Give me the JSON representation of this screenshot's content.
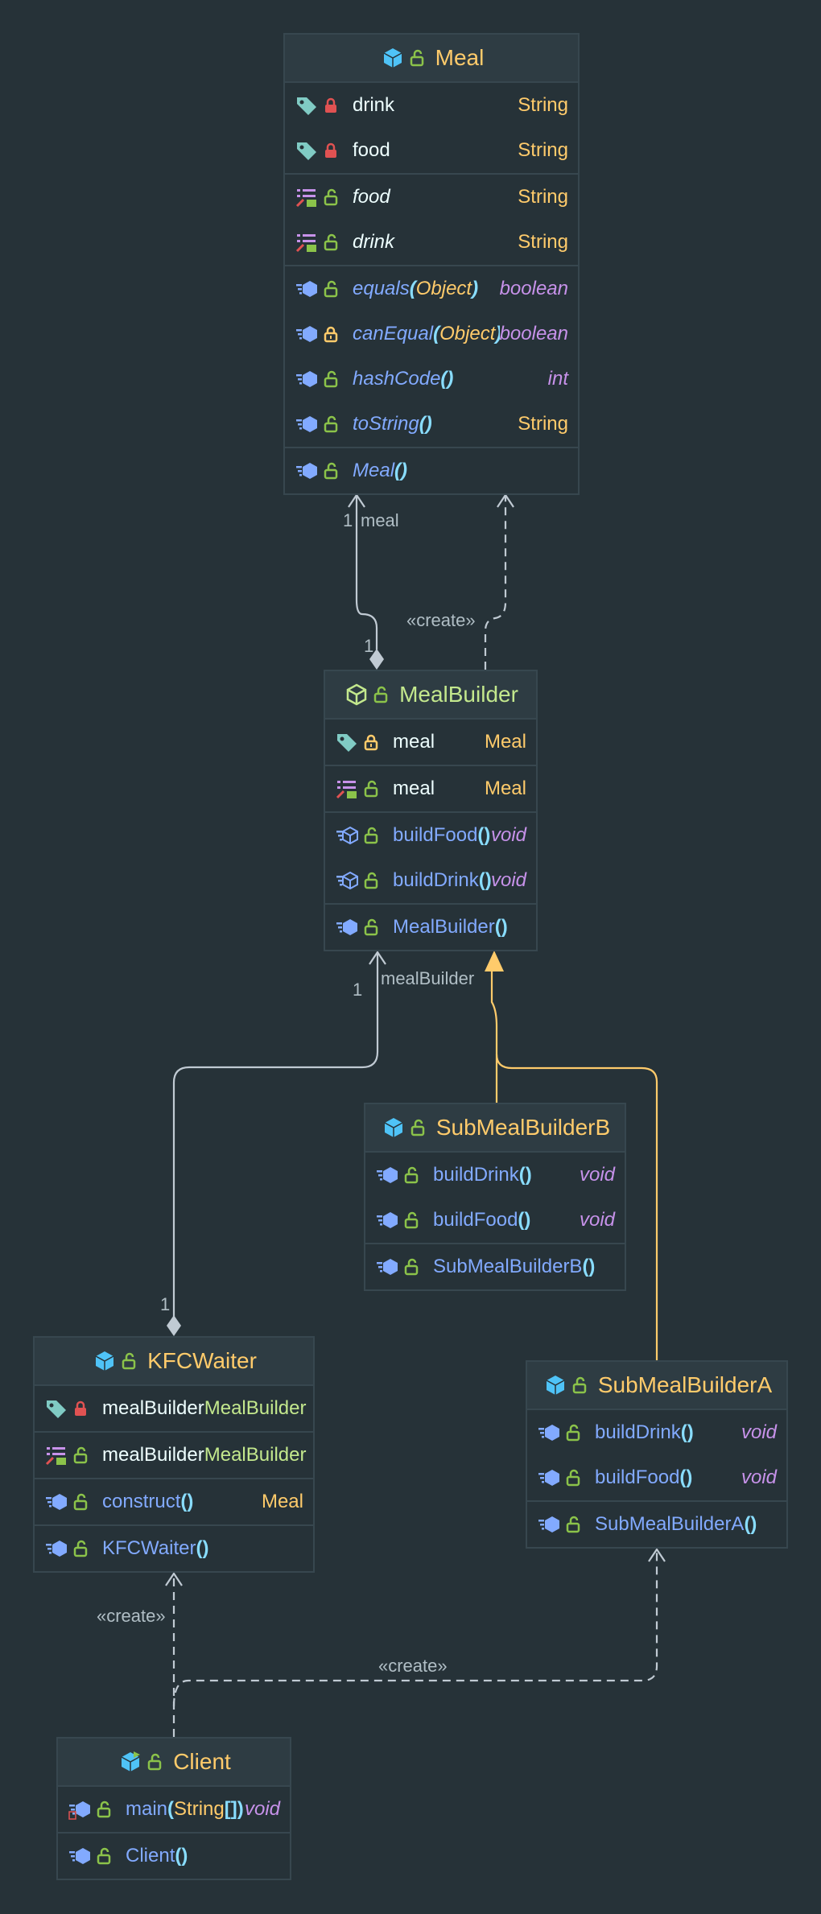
{
  "colors": {
    "background": "#263238",
    "border": "#37474f",
    "class_name": "#ffcb6b",
    "abstract_name": "#c3e88d",
    "method": "#82aaff",
    "type": "#ffcb6b",
    "keyword_type": "#c792ea",
    "association_line": "#c0cad3",
    "inheritance_line": "#ffcb6b",
    "lock_private": "#e05252",
    "lock_public": "#8bc34a",
    "lock_protected": "#ffcb6b"
  },
  "classes": {
    "meal": {
      "name": "Meal",
      "fields": [
        {
          "name": "drink",
          "type": "String"
        },
        {
          "name": "food",
          "type": "String"
        }
      ],
      "properties": [
        {
          "name": "food",
          "type": "String"
        },
        {
          "name": "drink",
          "type": "String"
        }
      ],
      "methods": [
        {
          "name": "equals",
          "open": "(",
          "arg": "Object",
          "close": ")",
          "type": "boolean"
        },
        {
          "name": "canEqual",
          "open": "(",
          "arg": "Object",
          "close": ")",
          "type": "boolean"
        },
        {
          "name": "hashCode",
          "open": "()",
          "arg": "",
          "close": "",
          "type": "int"
        },
        {
          "name": "toString",
          "open": "()",
          "arg": "",
          "close": "",
          "type": "String"
        }
      ],
      "constructor": {
        "name": "Meal",
        "parens": "()"
      }
    },
    "meal_builder": {
      "name": "MealBuilder",
      "fields": [
        {
          "name": "meal",
          "type": "Meal"
        }
      ],
      "properties": [
        {
          "name": "meal",
          "type": "Meal"
        }
      ],
      "methods": [
        {
          "name": "buildFood",
          "parens": "()",
          "type": "void"
        },
        {
          "name": "buildDrink",
          "parens": "()",
          "type": "void"
        }
      ],
      "constructor": {
        "name": "MealBuilder",
        "parens": "()"
      }
    },
    "sub_meal_builder_b": {
      "name": "SubMealBuilderB",
      "methods": [
        {
          "name": "buildDrink",
          "parens": "()",
          "type": "void"
        },
        {
          "name": "buildFood",
          "parens": "()",
          "type": "void"
        }
      ],
      "constructor": {
        "name": "SubMealBuilderB",
        "parens": "()"
      }
    },
    "kfc_waiter": {
      "name": "KFCWaiter",
      "fields": [
        {
          "name": "mealBuilder",
          "type": "MealBuilder"
        }
      ],
      "properties": [
        {
          "name": "mealBuilder",
          "type": "MealBuilder"
        }
      ],
      "methods": [
        {
          "name": "construct",
          "parens": "()",
          "type": "Meal"
        }
      ],
      "constructor": {
        "name": "KFCWaiter",
        "parens": "()"
      }
    },
    "sub_meal_builder_a": {
      "name": "SubMealBuilderA",
      "methods": [
        {
          "name": "buildDrink",
          "parens": "()",
          "type": "void"
        },
        {
          "name": "buildFood",
          "parens": "()",
          "type": "void"
        }
      ],
      "constructor": {
        "name": "SubMealBuilderA",
        "parens": "()"
      }
    },
    "client": {
      "name": "Client",
      "methods": [
        {
          "name": "main",
          "open": "(",
          "arg": "String",
          "close": "[])",
          "type": "void"
        }
      ],
      "constructor": {
        "name": "Client",
        "parens": "()"
      }
    }
  },
  "relations": {
    "meal_assoc": {
      "role": "meal",
      "multiplicity_target": "1",
      "multiplicity_source": "1"
    },
    "meal_create": {
      "stereotype": "«create»"
    },
    "mealbuilder_assoc": {
      "role": "mealBuilder",
      "multiplicity_target": "1",
      "multiplicity_source": "1"
    },
    "kfcwaiter_create": {
      "stereotype": "«create»"
    },
    "submealbuildera_create": {
      "stereotype": "«create»"
    }
  }
}
